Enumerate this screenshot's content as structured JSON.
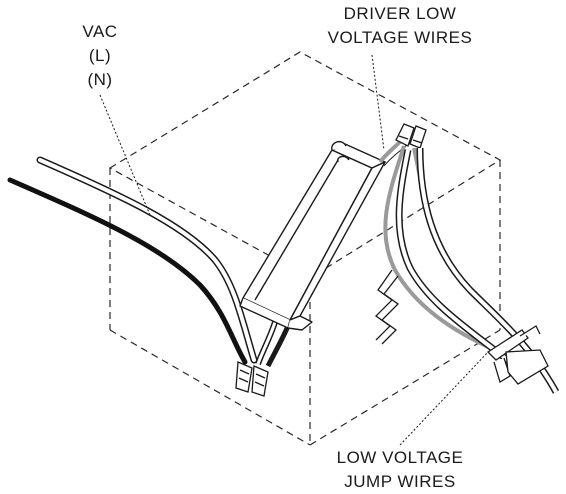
{
  "labels": {
    "vac": {
      "line1": "VAC",
      "line2": "(L)",
      "line3": "(N)"
    },
    "driver": {
      "line1": "DRIVER LOW",
      "line2": "VOLTAGE WIRES"
    },
    "jump": {
      "line1": "LOW VOLTAGE",
      "line2": "JUMP WIRES"
    }
  },
  "colors": {
    "outline": "#1a1a1a",
    "dashed_box": "#2a2a2a",
    "black_wire": "#111111",
    "gray_wire": "#9a9a9a",
    "white_wire_fill": "#ffffff"
  }
}
